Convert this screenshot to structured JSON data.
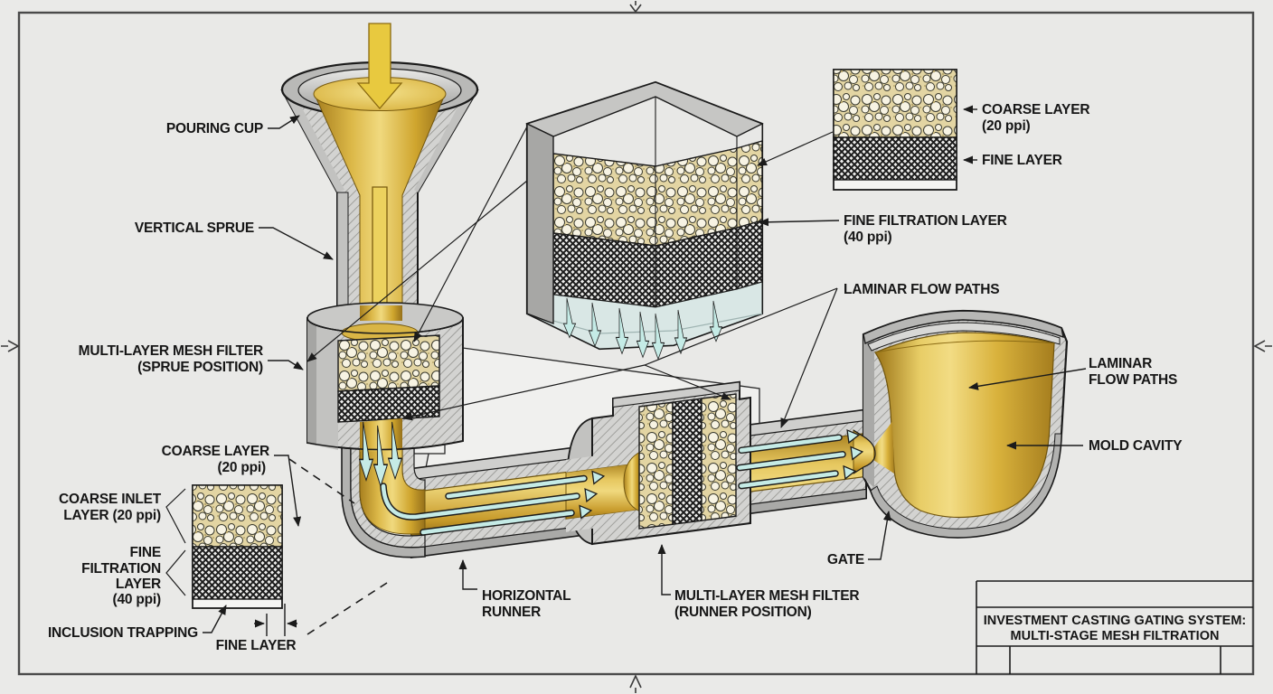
{
  "drawing": {
    "type": "engineering-diagram",
    "title_block": {
      "title_line1": "INVESTMENT CASTING GATING SYSTEM:",
      "title_line2": "MULTI-STAGE MESH FILTRATION"
    }
  },
  "labels": {
    "pouring_cup": "POURING CUP",
    "vertical_sprue": "VERTICAL SPRUE",
    "sprue_filter_1": "MULTI-LAYER MESH FILTER",
    "sprue_filter_2": "(SPRUE POSITION)",
    "coarse_layer_1": "COARSE LAYER",
    "coarse_layer_2": "(20 ppi)",
    "coarse_inlet_1": "COARSE INLET",
    "coarse_inlet_2": "LAYER (20 ppi)",
    "fine_filtration_left_1": "FINE",
    "fine_filtration_left_2": "FILTRATION",
    "fine_filtration_left_3": "LAYER",
    "fine_filtration_left_4": "(40 ppi)",
    "inclusion_trapping": "INCLUSION TRAPPING",
    "fine_layer_dim": "FINE LAYER",
    "detail_coarse_1": "COARSE LAYER",
    "detail_coarse_2": "(20 ppi)",
    "detail_fine": "FINE LAYER",
    "fine_filtration_center_1": "FINE FILTRATION LAYER",
    "fine_filtration_center_2": "(40 ppi)",
    "laminar_center": "LAMINAR FLOW PATHS",
    "laminar_right_1": "LAMINAR",
    "laminar_right_2": "FLOW PATHS",
    "mold_cavity": "MOLD CAVITY",
    "gate": "GATE",
    "horizontal_runner_1": "HORIZONTAL",
    "horizontal_runner_2": "RUNNER",
    "runner_filter_1": "MULTI-LAYER MESH FILTER",
    "runner_filter_2": "(RUNNER POSITION)"
  },
  "colors": {
    "background": "#eaeae8",
    "frame_line": "#4a4a4a",
    "drawing_line": "#1b1b1b",
    "molten_gold": "#d9b23c",
    "gold_highlight": "#f0d97e",
    "flow_arrow_cyan": "#c5ebe6",
    "ceramic_coarse_tan": "#e3d5a3",
    "fine_mesh_dark": "#1c1c1c",
    "mold_gray": "#c6c6c4",
    "cavity_blue_gray": "#d9e7e5"
  }
}
